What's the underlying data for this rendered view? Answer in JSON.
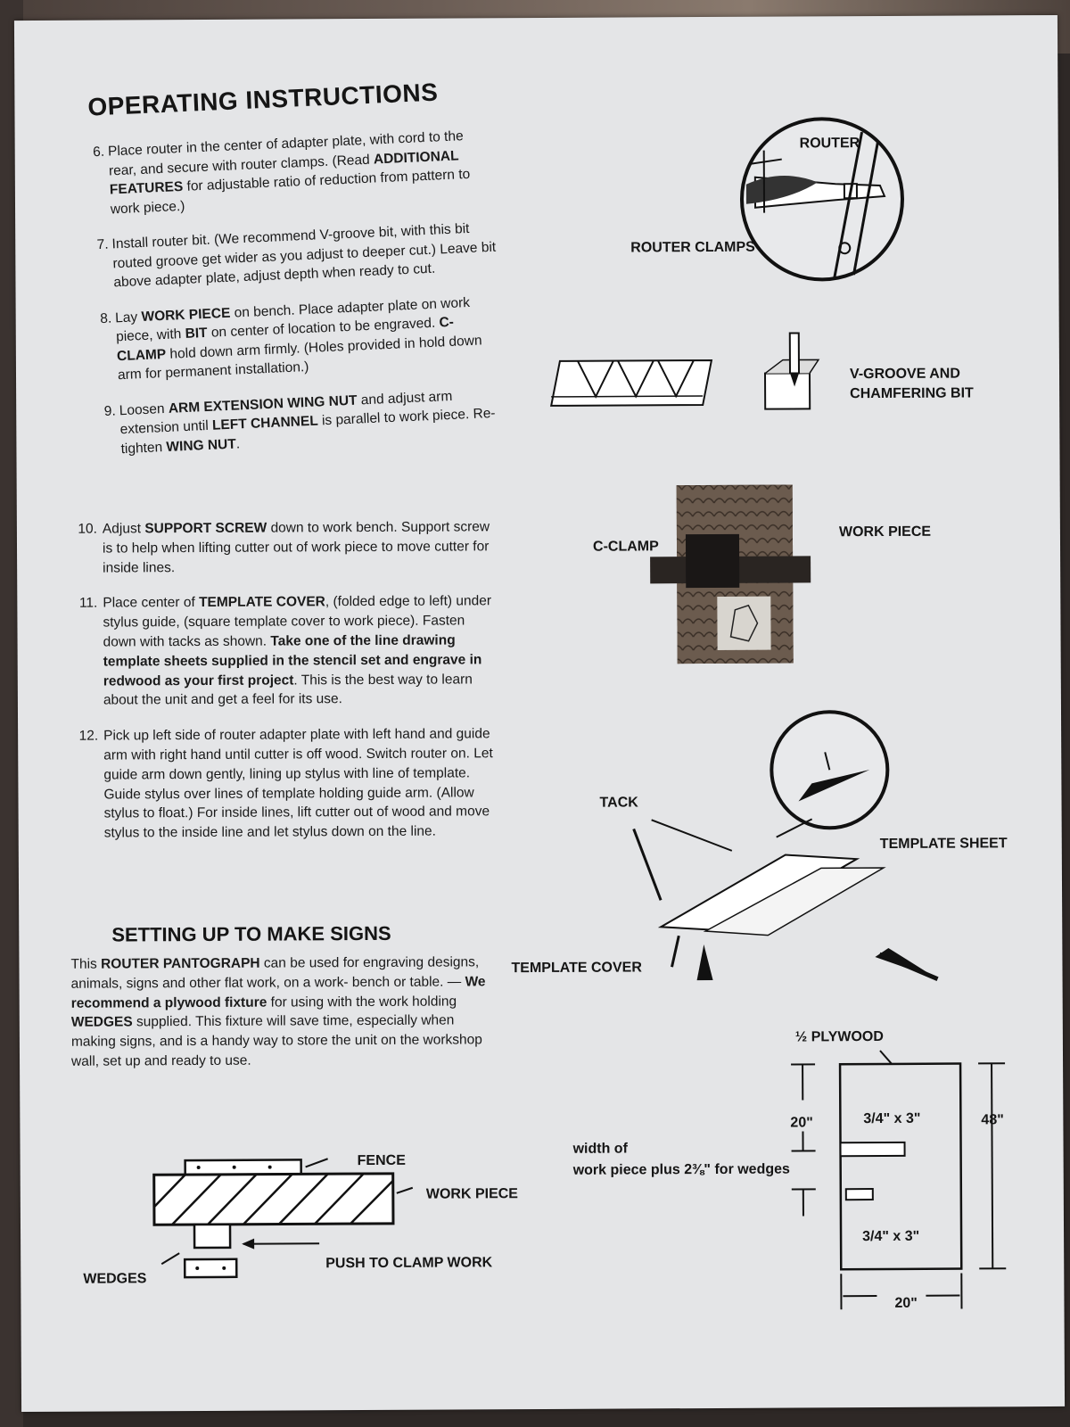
{
  "title": "OPERATING INSTRUCTIONS",
  "steps": [
    {
      "num": "6.",
      "parts": [
        {
          "t": "Place router in the center of adapter plate, with cord to the rear, and secure with router clamps. (Read "
        },
        {
          "t": "ADDITIONAL FEATURES",
          "b": true
        },
        {
          "t": " for adjustable ratio of reduction from pattern to work piece.)"
        }
      ]
    },
    {
      "num": "7.",
      "parts": [
        {
          "t": "Install router bit. (We recommend V-groove bit, with this bit routed groove get wider as you adjust to deeper cut.) Leave bit above adapter plate, adjust depth when ready to cut."
        }
      ]
    },
    {
      "num": "8.",
      "parts": [
        {
          "t": "Lay "
        },
        {
          "t": "WORK PIECE",
          "b": true
        },
        {
          "t": " on bench. Place adapter plate on work piece, with "
        },
        {
          "t": "BIT",
          "b": true
        },
        {
          "t": " on center of location to be engraved. "
        },
        {
          "t": "C-CLAMP",
          "b": true
        },
        {
          "t": " hold down arm firmly. (Holes provided in hold down arm for permanent installation.)"
        }
      ]
    },
    {
      "num": "9.",
      "parts": [
        {
          "t": "Loosen "
        },
        {
          "t": "ARM EXTENSION WING NUT",
          "b": true
        },
        {
          "t": " and adjust arm extension until "
        },
        {
          "t": "LEFT CHANNEL",
          "b": true
        },
        {
          "t": " is parallel to work piece. Re-tighten "
        },
        {
          "t": "WING NUT",
          "b": true
        },
        {
          "t": "."
        }
      ]
    },
    {
      "num": "10.",
      "parts": [
        {
          "t": "Adjust "
        },
        {
          "t": "SUPPORT SCREW",
          "b": true
        },
        {
          "t": " down to work bench. Support screw is to help when lifting cutter out of work piece to move cutter for inside lines."
        }
      ]
    },
    {
      "num": "11.",
      "parts": [
        {
          "t": "Place center of "
        },
        {
          "t": "TEMPLATE COVER",
          "b": true
        },
        {
          "t": ", (folded edge to left) under stylus guide, (square template cover to work piece). Fasten down with tacks as shown. "
        },
        {
          "t": "Take one of the line drawing template sheets supplied in the stencil set and engrave in redwood as your first project",
          "b": true
        },
        {
          "t": ". This is the best way to learn about the unit and get a feel for its use."
        }
      ]
    },
    {
      "num": "12.",
      "parts": [
        {
          "t": "Pick up left side of router adapter plate with left hand and guide arm with right hand until cutter is off wood. Switch router on. Let guide arm down gently, lining up stylus with line of template. Guide stylus over lines of template holding guide arm. (Allow stylus to float.) For inside lines, lift cutter out of wood and move stylus to the inside line and let stylus down on the line."
        }
      ]
    }
  ],
  "section": {
    "title": "SETTING UP TO MAKE SIGNS",
    "parts": [
      {
        "t": "This "
      },
      {
        "t": "ROUTER PANTOGRAPH",
        "b": true
      },
      {
        "t": " can be used for engraving designs, animals, signs and other flat work, on a work- bench or table. — "
      },
      {
        "t": "We recommend a plywood fixture",
        "b": true
      },
      {
        "t": " for using with the work holding "
      },
      {
        "t": "WEDGES",
        "b": true
      },
      {
        "t": " supplied. This fixture will save time, especially when making signs, and is a handy way to store the unit on the workshop wall, set up and ready to use."
      }
    ]
  },
  "labels": {
    "router": "ROUTER",
    "router_clamps": "ROUTER CLAMPS",
    "vgroove_1": "V-GROOVE AND",
    "vgroove_2": "CHAMFERING BIT",
    "c_clamp": "C-CLAMP",
    "work_piece_photo": "WORK PIECE",
    "tack": "TACK",
    "template_sheet": "TEMPLATE SHEET",
    "template_cover": "TEMPLATE COVER",
    "plywood": "½ PLYWOOD",
    "dim_20_vertical": "20\"",
    "dim_34x3_top": "3/4\" x 3\"",
    "dim_48": "48\"",
    "width_of": "width of",
    "width_desc": "work piece plus 2⅜\" for wedges",
    "dim_34x3_bottom": "3/4\" x 3\"",
    "dim_20_horizontal": "20\"",
    "fence": "FENCE",
    "work_piece_fixture": "WORK PIECE",
    "push_to_clamp": "PUSH TO CLAMP WORK",
    "wedges": "WEDGES"
  }
}
